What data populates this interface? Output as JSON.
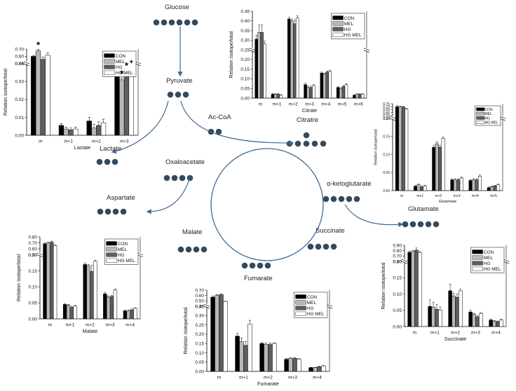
{
  "pathway": {
    "metabolites": [
      {
        "id": "glucose",
        "label": "Glucose",
        "carbons": 6
      },
      {
        "id": "pyruvate",
        "label": "Pyruvate",
        "carbons": 3
      },
      {
        "id": "acetyl-coa",
        "label": "Ac-CoA",
        "carbons": 2
      },
      {
        "id": "citrate",
        "label": "Citratre",
        "carbons": 6
      },
      {
        "id": "lactate",
        "label": "Lactate",
        "carbons": 3
      },
      {
        "id": "oxaloacetate",
        "label": "Oxaloacetate",
        "carbons": 4
      },
      {
        "id": "alpha-ketoglutarate",
        "label": "α-ketoglutarate",
        "carbons": 5
      },
      {
        "id": "aspartate",
        "label": "Aspartate",
        "carbons": 4
      },
      {
        "id": "glutamate",
        "label": "Glutamate",
        "carbons": 5
      },
      {
        "id": "malate",
        "label": "Malate",
        "carbons": 4
      },
      {
        "id": "succinate",
        "label": "Succinate",
        "carbons": 4
      },
      {
        "id": "fumarate",
        "label": "Fumarate",
        "carbons": 4
      }
    ]
  },
  "colors": {
    "con": "#000000",
    "mel": "#b8b8b8",
    "hg": "#5e5e5e",
    "hg_mel": "#ffffff",
    "arrow": "#3d6a96",
    "dot": "#34495e",
    "axis": "#000000"
  },
  "chart_data": [
    {
      "id": "citrate",
      "type": "bar",
      "xlabel": "Citrate",
      "ylabel": "Relation isotope/total",
      "categories": [
        "m",
        "m+1",
        "m+2",
        "m+3",
        "m+4",
        "m+5",
        "m+6"
      ],
      "legend": [
        "CON",
        "MEL",
        "HG",
        "HG MEL"
      ],
      "legend_position": "top-right",
      "yaxis_break": true,
      "ylim_lower": [
        0,
        0.45
      ],
      "yticks_lower": [
        "0.00",
        "0.05",
        "0.10",
        "0.15",
        "0.20",
        "0.25",
        "0.30",
        "0.35",
        "0.40",
        "0.45"
      ],
      "series": [
        {
          "name": "CON",
          "values": [
            0.305,
            0.02,
            0.41,
            0.07,
            0.13,
            0.055,
            0.015
          ],
          "errors": [
            0.02,
            0.004,
            0.01,
            0.007,
            0.005,
            0.005,
            0.003
          ]
        },
        {
          "name": "MEL",
          "values": [
            0.34,
            0.02,
            0.4,
            0.055,
            0.125,
            0.05,
            0.02
          ],
          "errors": [
            0.04,
            0.004,
            0.01,
            0.007,
            0.005,
            0.005,
            0.003
          ]
        },
        {
          "name": "HG",
          "values": [
            0.34,
            0.02,
            0.385,
            0.055,
            0.135,
            0.06,
            0.02
          ],
          "errors": [
            0.04,
            0.004,
            0.02,
            0.007,
            0.005,
            0.005,
            0.003
          ]
        },
        {
          "name": "HG MEL",
          "values": [
            0.28,
            0.015,
            0.415,
            0.065,
            0.14,
            0.07,
            0.02
          ],
          "errors": [
            0.015,
            0.003,
            0.012,
            0.006,
            0.005,
            0.005,
            0.003
          ]
        }
      ]
    },
    {
      "id": "lactate",
      "type": "bar",
      "xlabel": "Lactate",
      "ylabel": "Relation isotope/total",
      "categories": [
        "m",
        "m+1",
        "m+2",
        "m+3"
      ],
      "legend": [
        "CON",
        "MEL",
        "HG",
        "HG MEL"
      ],
      "legend_position": "top-right",
      "yaxis_break": true,
      "ylim_upper": [
        0.5,
        0.7
      ],
      "yticks_upper": [
        "0.50",
        "0.60",
        "0.70"
      ],
      "ylim_lower": [
        0,
        0.04
      ],
      "yticks_lower": [
        "0.00",
        "0.01",
        "0.02",
        "0.03",
        "0.04"
      ],
      "series": [
        {
          "name": "CON",
          "values": [
            0.6,
            0.0055,
            0.008,
            0.038
          ],
          "errors": [
            0.01,
            0.001,
            0.002,
            0.002
          ]
        },
        {
          "name": "MEL",
          "values": [
            0.675,
            0.0035,
            0.004,
            0.031
          ],
          "errors": [
            0.02,
            0.001,
            0.002,
            0.001
          ]
        },
        {
          "name": "HG",
          "values": [
            0.56,
            0.003,
            0.0055,
            0.0345
          ],
          "errors": [
            0.03,
            0.001,
            0.002,
            0.002
          ]
        },
        {
          "name": "HG MEL",
          "values": [
            0.615,
            0.0035,
            0.007,
            0.037
          ],
          "errors": [
            0.03,
            0.001,
            0.002,
            0.002
          ]
        }
      ],
      "annotations": [
        {
          "category": "m",
          "series": "MEL",
          "text": "*"
        },
        {
          "category": "m+3",
          "series": "MEL",
          "text": "*"
        },
        {
          "category": "m+3",
          "series": "HG",
          "text": "*"
        },
        {
          "category": "m+3",
          "series": "HG MEL",
          "text": "+"
        }
      ]
    },
    {
      "id": "glutamate",
      "type": "bar",
      "xlabel": "Glutamate",
      "ylabel": "Relation isotope/total",
      "categories": [
        "m",
        "m+1",
        "m+2",
        "m+3",
        "m+4",
        "m+5"
      ],
      "legend": [
        "CON",
        "MEL",
        "HG",
        "HG MEL"
      ],
      "legend_position": "top-right",
      "yaxis_break": true,
      "ylim_upper": [
        0.5,
        0.75
      ],
      "yticks_upper": [
        "0.50",
        "0.55",
        "0.60",
        "0.65",
        "0.70",
        "0.75"
      ],
      "ylim_lower": [
        0,
        0.2
      ],
      "yticks_lower": [
        "0.00",
        "0.05",
        "0.10",
        "0.15",
        "0.20"
      ],
      "series": [
        {
          "name": "CON",
          "values": [
            0.7,
            0.012,
            0.12,
            0.03,
            0.028,
            0.008
          ],
          "errors": [
            0.02,
            0.002,
            0.005,
            0.003,
            0.003,
            0.002
          ]
        },
        {
          "name": "MEL",
          "values": [
            0.7,
            0.016,
            0.13,
            0.03,
            0.03,
            0.011
          ],
          "errors": [
            0.01,
            0.002,
            0.005,
            0.003,
            0.003,
            0.002
          ]
        },
        {
          "name": "HG",
          "values": [
            0.695,
            0.01,
            0.12,
            0.03,
            0.03,
            0.013
          ],
          "errors": [
            0.01,
            0.002,
            0.005,
            0.003,
            0.003,
            0.002
          ]
        },
        {
          "name": "HG MEL",
          "values": [
            0.66,
            0.013,
            0.145,
            0.035,
            0.04,
            0.016
          ],
          "errors": [
            0.01,
            0.002,
            0.004,
            0.003,
            0.003,
            0.002
          ]
        }
      ]
    },
    {
      "id": "malate",
      "type": "bar",
      "xlabel": "Malate",
      "ylabel": "Relation isotope/total",
      "categories": [
        "m",
        "m+1",
        "m+2",
        "m+3",
        "m+4"
      ],
      "legend": [
        "CON",
        "MEL",
        "HG",
        "HG MEL"
      ],
      "legend_position": "top-right",
      "yaxis_break": true,
      "ylim_upper": [
        0.5,
        0.8
      ],
      "yticks_upper": [
        "0.50",
        "0.60",
        "0.70",
        "0.80"
      ],
      "ylim_lower": [
        0,
        0.2
      ],
      "yticks_lower": [
        "0.00",
        "0.05",
        "0.10",
        "0.15",
        "0.20"
      ],
      "series": [
        {
          "name": "CON",
          "values": [
            0.685,
            0.045,
            0.17,
            0.078,
            0.025
          ],
          "errors": [
            0.015,
            0.002,
            0.005,
            0.005,
            0.002
          ]
        },
        {
          "name": "MEL",
          "values": [
            0.7,
            0.043,
            0.165,
            0.068,
            0.025
          ],
          "errors": [
            0.012,
            0.002,
            0.005,
            0.004,
            0.002
          ]
        },
        {
          "name": "HG",
          "values": [
            0.71,
            0.036,
            0.148,
            0.07,
            0.028
          ],
          "errors": [
            0.02,
            0.002,
            0.02,
            0.004,
            0.003
          ]
        },
        {
          "name": "HG MEL",
          "values": [
            0.655,
            0.04,
            0.18,
            0.09,
            0.033
          ],
          "errors": [
            0.01,
            0.002,
            0.003,
            0.003,
            0.002
          ]
        }
      ]
    },
    {
      "id": "succinate",
      "type": "bar",
      "xlabel": "Succinate",
      "ylabel": "Relation isotope/total",
      "categories": [
        "m",
        "m+1",
        "m+2",
        "m+3",
        "m+4"
      ],
      "legend": [
        "CON",
        "MEL",
        "HG",
        "HG MEL"
      ],
      "legend_position": "top-right",
      "yaxis_break": true,
      "ylim_upper": [
        0.6,
        0.9
      ],
      "yticks_upper": [
        "0.60",
        "0.70",
        "0.80",
        "0.90"
      ],
      "ylim_lower": [
        0,
        0.2
      ],
      "yticks_lower": [
        "0.00",
        "0.05",
        "0.10",
        "0.15",
        "0.20"
      ],
      "series": [
        {
          "name": "CON",
          "values": [
            0.77,
            0.062,
            0.11,
            0.045,
            0.02
          ],
          "errors": [
            0.02,
            0.02,
            0.02,
            0.005,
            0.003
          ]
        },
        {
          "name": "MEL",
          "values": [
            0.785,
            0.06,
            0.094,
            0.038,
            0.017
          ],
          "errors": [
            0.02,
            0.015,
            0.008,
            0.003,
            0.002
          ]
        },
        {
          "name": "HG",
          "values": [
            0.81,
            0.053,
            0.09,
            0.03,
            0.015
          ],
          "errors": [
            0.04,
            0.015,
            0.01,
            0.003,
            0.002
          ]
        },
        {
          "name": "HG MEL",
          "values": [
            0.765,
            0.05,
            0.11,
            0.04,
            0.02
          ],
          "errors": [
            0.02,
            0.01,
            0.005,
            0.003,
            0.002
          ]
        }
      ]
    },
    {
      "id": "fumarate",
      "type": "bar",
      "xlabel": "Fumarate",
      "ylabel": "Relation isotope/total",
      "categories": [
        "m",
        "m+1",
        "m+2",
        "m+3",
        "m+4"
      ],
      "legend": [
        "CON",
        "MEL",
        "HG",
        "HG MEL"
      ],
      "legend_position": "top-right",
      "yaxis_break": true,
      "ylim_upper": [
        0.4,
        0.7
      ],
      "yticks_upper": [
        "0.40",
        "0.50",
        "0.60",
        "0.70"
      ],
      "ylim_lower": [
        0,
        0.35
      ],
      "yticks_lower": [
        "0.00",
        "0.05",
        "0.10",
        "0.15",
        "0.20",
        "0.25",
        "0.30",
        "0.35"
      ],
      "series": [
        {
          "name": "CON",
          "values": [
            0.57,
            0.19,
            0.15,
            0.065,
            0.02
          ],
          "errors": [
            0.02,
            0.015,
            0.005,
            0.005,
            0.002
          ]
        },
        {
          "name": "MEL",
          "values": [
            0.6,
            0.16,
            0.145,
            0.07,
            0.02
          ],
          "errors": [
            0.02,
            0.02,
            0.008,
            0.005,
            0.002
          ]
        },
        {
          "name": "HG",
          "values": [
            0.615,
            0.14,
            0.145,
            0.07,
            0.025
          ],
          "errors": [
            0.02,
            0.02,
            0.008,
            0.005,
            0.002
          ]
        },
        {
          "name": "HG MEL",
          "values": [
            0.49,
            0.255,
            0.15,
            0.065,
            0.03
          ],
          "errors": [
            0.005,
            0.02,
            0.005,
            0.004,
            0.002
          ]
        }
      ]
    }
  ]
}
